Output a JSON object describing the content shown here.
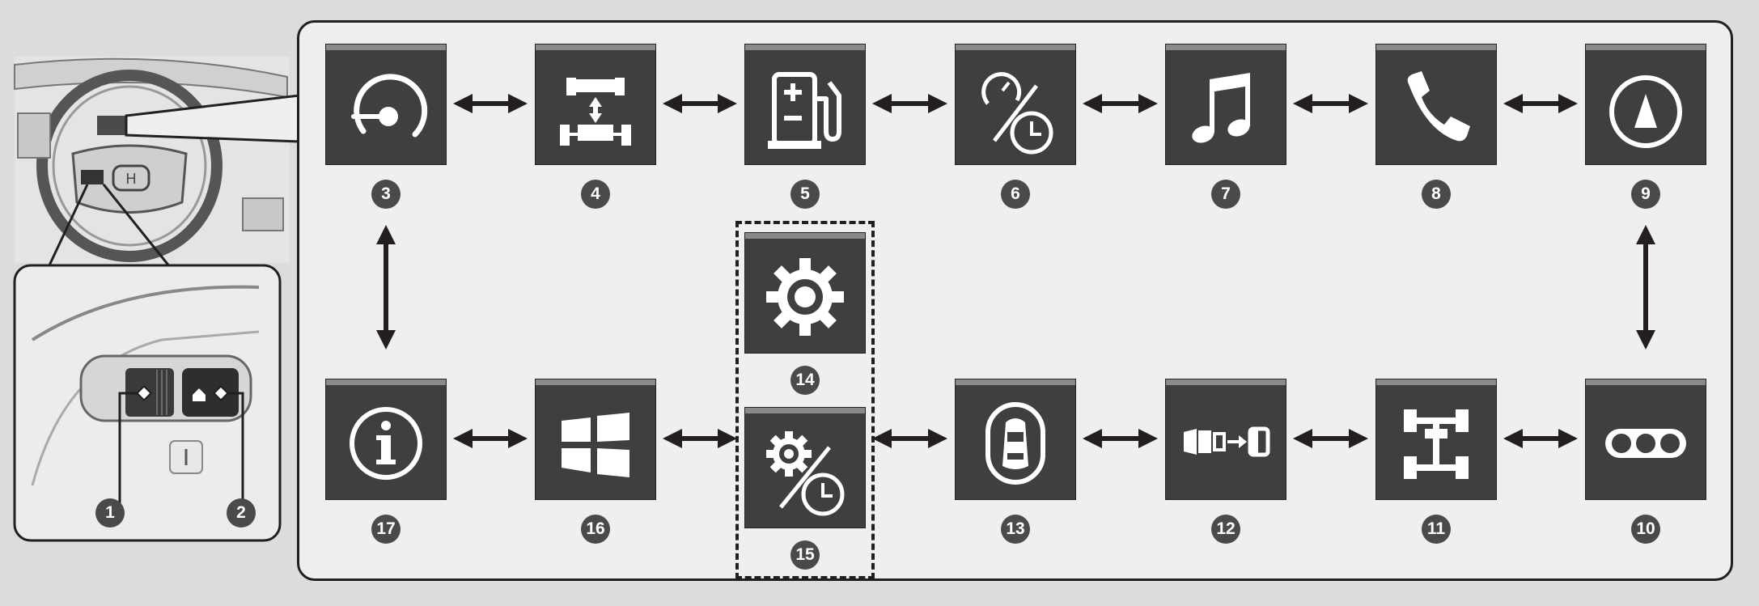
{
  "colors": {
    "background": "#dcdcdc",
    "panel": "#efefef",
    "tile": "#3f3f3f",
    "tile_highlight": "#8a8a8a",
    "badge": "#4a4a4a",
    "arrow": "#231f20"
  },
  "callouts": [
    {
      "number": "1"
    },
    {
      "number": "2"
    }
  ],
  "screens": [
    {
      "number": "3",
      "icon": "gauge-icon"
    },
    {
      "number": "4",
      "icon": "drivetrain-power-flow-icon"
    },
    {
      "number": "5",
      "icon": "fuel-pump-icon"
    },
    {
      "number": "6",
      "icon": "speedometer-clock-icon"
    },
    {
      "number": "7",
      "icon": "music-note-icon"
    },
    {
      "number": "8",
      "icon": "phone-icon"
    },
    {
      "number": "9",
      "icon": "compass-navigation-icon"
    },
    {
      "number": "10",
      "icon": "three-dots-icon"
    },
    {
      "number": "11",
      "icon": "chassis-icon"
    },
    {
      "number": "12",
      "icon": "seatbelt-reminder-icon"
    },
    {
      "number": "13",
      "icon": "car-top-view-icon"
    },
    {
      "number": "14",
      "icon": "gear-icon"
    },
    {
      "number": "15",
      "icon": "gear-clock-icon"
    },
    {
      "number": "16",
      "icon": "split-panel-icon"
    },
    {
      "number": "17",
      "icon": "info-icon"
    }
  ]
}
